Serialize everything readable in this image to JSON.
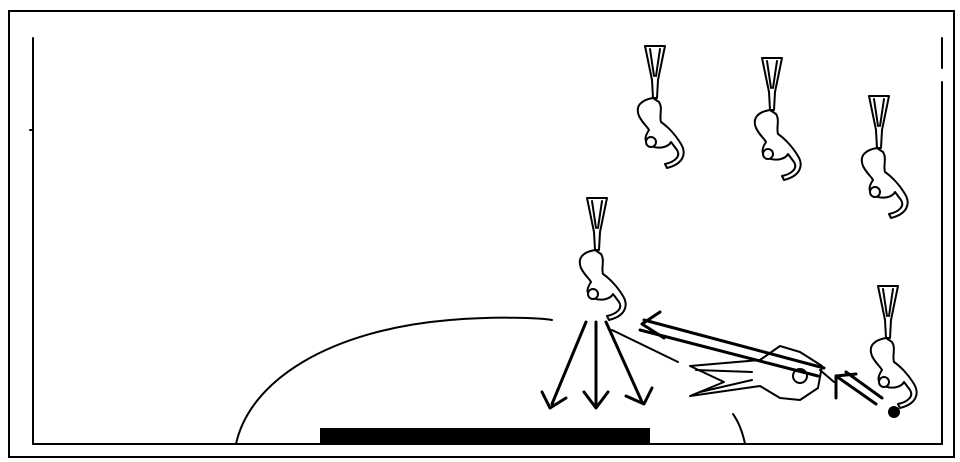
{
  "diagram": {
    "colors": {
      "background": "#ffffff",
      "ink": "#000000",
      "goal": "#000000"
    },
    "players": [
      {
        "id": "defender-1",
        "icon": "player-figure-icon"
      },
      {
        "id": "defender-2",
        "icon": "player-figure-icon"
      },
      {
        "id": "defender-3",
        "icon": "player-figure-icon"
      },
      {
        "id": "player-shooting",
        "icon": "player-figure-icon"
      },
      {
        "id": "player-with-ball",
        "icon": "player-figure-icon"
      },
      {
        "id": "diving-player",
        "icon": "diving-player-icon"
      }
    ],
    "ball": {
      "icon": "ball-icon"
    },
    "arrows": [
      {
        "id": "pass-arrow",
        "icon": "double-arrow-icon"
      },
      {
        "id": "shot-arrow-left",
        "icon": "arrow-icon"
      },
      {
        "id": "shot-arrow-center",
        "icon": "arrow-icon"
      },
      {
        "id": "shot-arrow-right",
        "icon": "arrow-icon"
      }
    ]
  }
}
